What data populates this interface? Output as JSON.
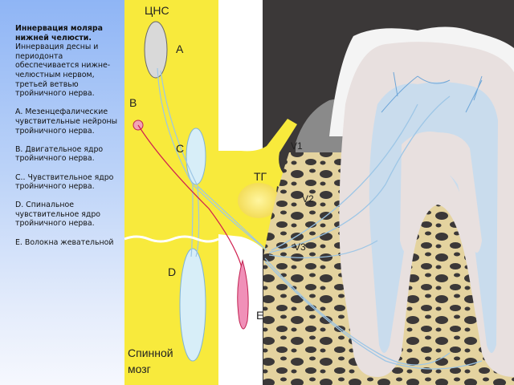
{
  "caption": {
    "title": "Иннервация моляра нижней челюсти.",
    "intro": "Иннервация десны и периодонта обеспечивается нижне-челюстным нервом, третьей ветвью тройничного нерва.",
    "item_a": "А. Мезенцефалические чувствительные нейроны тройничного нерва.",
    "item_b": "В. Двигательное ядро тройничного нерва.",
    "item_c": "С.. Чувствительное ядро тройничного нерва.",
    "item_d": "D. Спинальное чувствительное ядро тройничного нерва.",
    "item_e": "Е. Волокна жевательной"
  },
  "figure": {
    "label_cns": "ЦНС",
    "label_a": "A",
    "label_b": "B",
    "label_c": "C",
    "label_d": "D",
    "label_e": "E",
    "label_tg": "ТГ",
    "label_v1": "V1",
    "label_v2": "V2",
    "label_v3": "V3",
    "label_spinal_line1": "Спинной",
    "label_spinal_line2": "мозг"
  },
  "colors": {
    "panel_gradient_top": "#8fb5f5",
    "spinal_yellow": "#f8ea3c",
    "bone_yellow": "#e8d6a4",
    "dark_background": "#3b3838",
    "nerve_blue": "#9dc6e6",
    "motor_red": "#d02050"
  }
}
